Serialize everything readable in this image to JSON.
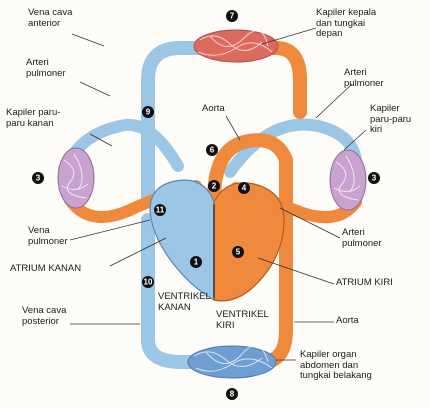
{
  "colors": {
    "oxygenated": "#ef8a3c",
    "deoxygenated": "#9cc6e6",
    "capillary_red": "#dd6a5f",
    "capillary_blue": "#6f9ed2",
    "marker": "#111111"
  },
  "labels": {
    "vena_cava_anterior": "Vena cava\nanterior",
    "kapiler_kepala": "Kapiler kepala\ndan tungkai\ndepan",
    "arteri_pulmoner_left": "Arteri\npulmoner",
    "arteri_pulmoner_right": "Arteri\npulmoner",
    "aorta_top": "Aorta",
    "kapiler_paru_kanan": "Kapiler paru-\nparu kanan",
    "kapiler_paru_kiri": "Kapiler\nparu-paru\nkiri",
    "vena_pulmoner": "Vena\npulmoner",
    "arteri_pulmoner_lower": "Arteri\npulmoner",
    "atrium_kanan": "ATRIUM KANAN",
    "atrium_kiri": "ATRIUM KIRI",
    "ventrikel_kanan": "VENTRIKEL\nKANAN",
    "ventrikel_kiri": "VENTRIKEL\nKIRI",
    "vena_cava_posterior": "Vena cava\nposterior",
    "aorta_lower": "Aorta",
    "kapiler_organ": "Kapiler organ\nabdomen dan\ntungkai belakang"
  },
  "markers": [
    "7",
    "9",
    "6",
    "3",
    "2",
    "4",
    "11",
    "5",
    "1",
    "10",
    "3",
    "8"
  ]
}
